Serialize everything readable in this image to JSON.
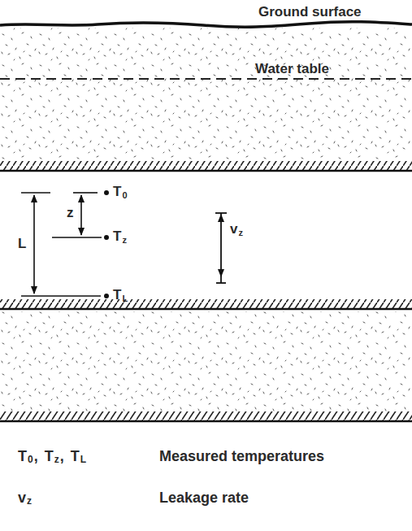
{
  "diagram": {
    "labels": [
      "Ground surface",
      "Water table",
      "T",
      "0",
      "L",
      "z",
      "T",
      "z",
      "v",
      "z",
      "T",
      "L",
      "T",
      "0",
      ",",
      "T",
      "z",
      ",",
      "T",
      "L",
      "Measured temperatures",
      "v",
      "z",
      "Leakage rate"
    ]
  }
}
